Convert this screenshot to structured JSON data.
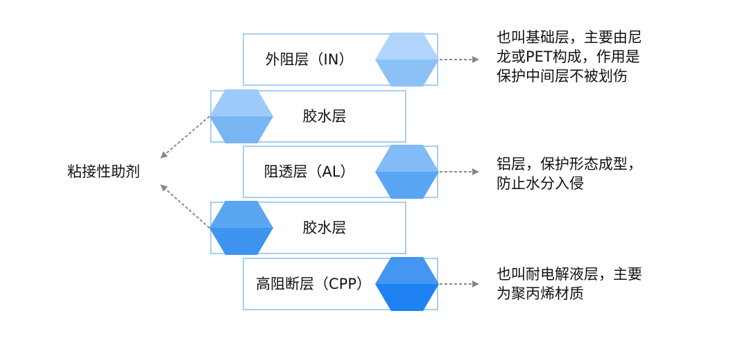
{
  "adhesive_label": "粘接性助剂",
  "layers": [
    {
      "label": "外阻层（IN）",
      "hex_color_top": "#b0d4fb",
      "hex_color_bottom": "#8cc1f6",
      "description": [
        "也叫基础层，主要由尼",
        "龙或PET构成，作用是",
        "保护中间层不被划伤"
      ]
    },
    {
      "label": "胶水层",
      "hex_color_top": "#9ccaf9",
      "hex_color_bottom": "#78b5f3"
    },
    {
      "label": "阻透层（AL）",
      "hex_color_top": "#82bbf6",
      "hex_color_bottom": "#5ba6f2",
      "description": [
        "铝层，保护形态成型，",
        "防止水分入侵"
      ]
    },
    {
      "label": "胶水层",
      "hex_color_top": "#5aa6f1",
      "hex_color_bottom": "#3e94ef"
    },
    {
      "label": "高阻断层（CPP）",
      "hex_color_top": "#4496f0",
      "hex_color_bottom": "#1e82f2",
      "description": [
        "也叫耐电解液层，主要",
        "为聚丙烯材质"
      ]
    }
  ],
  "colors": {
    "box_border": "#a9cdf2",
    "arrow": "#888888"
  }
}
